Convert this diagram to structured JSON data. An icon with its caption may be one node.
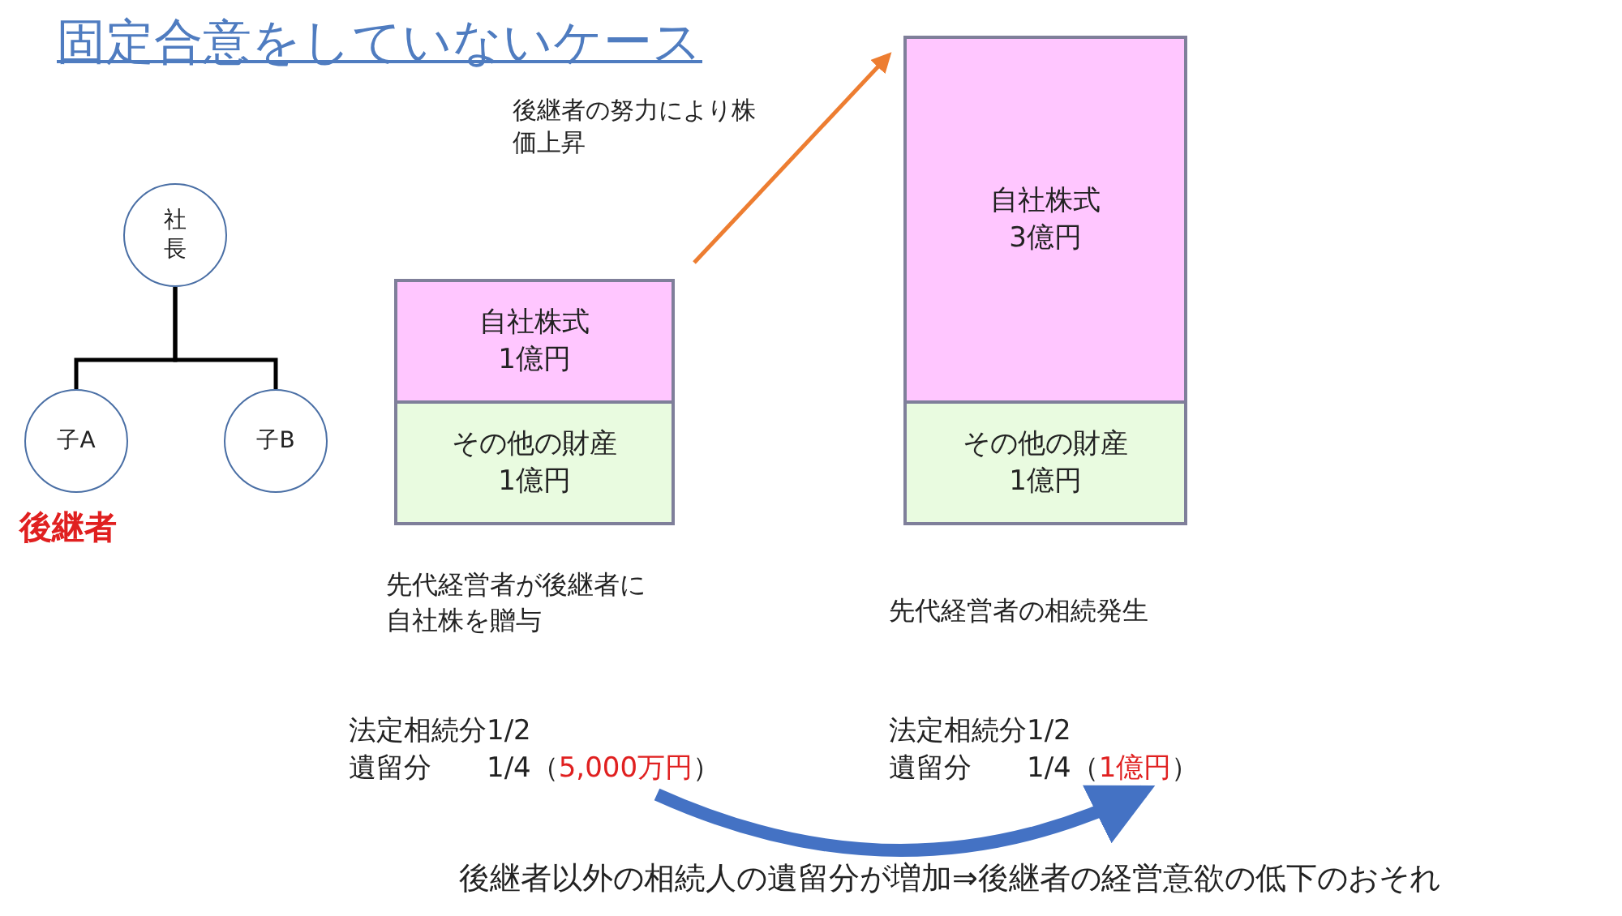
{
  "diagram": {
    "title": "固定合意をしていないケース",
    "nodes": [
      {
        "text": [
          "社長"
        ]
      },
      {
        "text": [
          "子A"
        ],
        "beside": [
          "後継者"
        ]
      },
      {
        "text": [
          "子B"
        ]
      },
      {
        "text": [
          "自社株式",
          "1億円"
        ]
      },
      {
        "text": [
          "その他の財産",
          "1億円"
        ]
      },
      {
        "text": [
          "自社株式",
          "3億円"
        ]
      },
      {
        "text": [
          "その他の財産",
          "1億円"
        ]
      },
      {
        "text": [
          "法定相続分1/2",
          "遺留分　　1/4（",
          "5,000万円",
          "）"
        ]
      },
      {
        "text": [
          "法定相続分1/2",
          "遺留分　　1/4（",
          "1億円",
          "）"
        ]
      }
    ],
    "edges": [
      {
        "from": 0,
        "to": 1,
        "arrow": "none"
      },
      {
        "from": 0,
        "to": 2,
        "arrow": "none"
      },
      {
        "from": 3,
        "to": 5,
        "arrow": "to",
        "label": "後継者の努力により株価上昇",
        "color": "#ed7d31"
      },
      {
        "from": 7,
        "to": 8,
        "arrow": "to",
        "label": "後継者以外の相続人の遺留分が増加⇒後継者の経営意欲の低下のおそれ",
        "style": "thick",
        "color": "#4472c4"
      }
    ],
    "labels": [
      "先代経営者が後継者に自社株を贈与",
      "先代経営者の相続発生"
    ]
  }
}
